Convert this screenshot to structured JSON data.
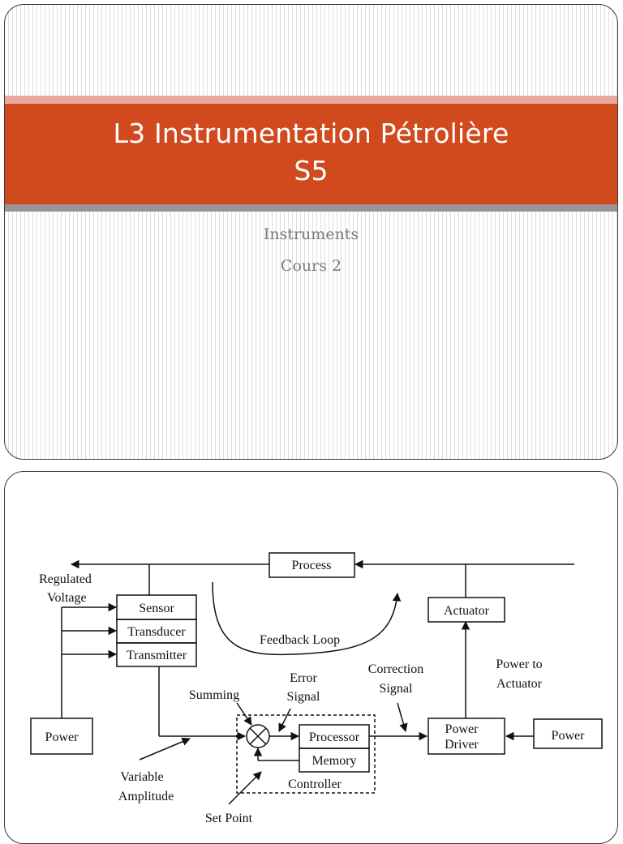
{
  "slide1": {
    "title_line1": "L3 Instrumentation Pétrolière",
    "title_line2": "S5",
    "subtitle_line1": "Instruments",
    "subtitle_line2": "Cours 2"
  },
  "diagram": {
    "process": "Process",
    "regulated_voltage_1": "Regulated",
    "regulated_voltage_2": "Voltage",
    "sensor": "Sensor",
    "transducer": "Transducer",
    "transmitter": "Transmitter",
    "feedback_loop": "Feedback Loop",
    "actuator": "Actuator",
    "error_signal_1": "Error",
    "error_signal_2": "Signal",
    "correction_signal_1": "Correction",
    "correction_signal_2": "Signal",
    "power_to_actuator_1": "Power to",
    "power_to_actuator_2": "Actuator",
    "summing": "Summing",
    "power_left": "Power",
    "processor": "Processor",
    "memory": "Memory",
    "power_driver_1": "Power",
    "power_driver_2": "Driver",
    "power_right": "Power",
    "variable_amplitude_1": "Variable",
    "variable_amplitude_2": "Amplitude",
    "controller": "Controller",
    "set_point": "Set Point"
  }
}
